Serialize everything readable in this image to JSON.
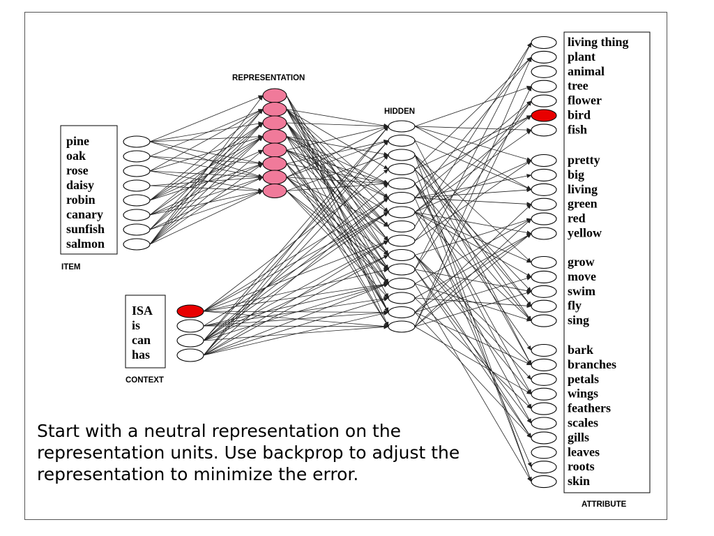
{
  "diagram": {
    "layers": {
      "item": "ITEM",
      "representation": "REPRESENTATION",
      "hidden": "HIDDEN",
      "context": "CONTEXT",
      "attribute": "ATTRIBUTE"
    },
    "items": [
      "pine",
      "oak",
      "rose",
      "daisy",
      "robin",
      "canary",
      "sunfish",
      "salmon"
    ],
    "contexts": [
      "ISA",
      "is",
      "can",
      "has"
    ],
    "attributes": [
      [
        "living thing",
        "plant",
        "animal",
        "tree",
        "flower",
        "bird",
        "fish"
      ],
      [
        "pretty",
        "big",
        "living",
        "green",
        "red",
        "yellow"
      ],
      [
        "grow",
        "move",
        "swim",
        "fly",
        "sing"
      ],
      [
        "bark",
        "branches",
        "petals",
        "wings",
        "feathers",
        "scales",
        "gills",
        "leaves",
        "roots",
        "skin"
      ]
    ],
    "active_context": "ISA",
    "active_attribute": "bird",
    "representation_units": 8,
    "hidden_units": 15,
    "colors": {
      "active": "#e80000",
      "representation": "#f07a9a",
      "unit_fill": "#ffffff",
      "stroke": "#000000",
      "connection": "#222222"
    }
  },
  "caption": "Start with a neutral representation on the representation units. Use backprop to adjust the representation to minimize the error."
}
